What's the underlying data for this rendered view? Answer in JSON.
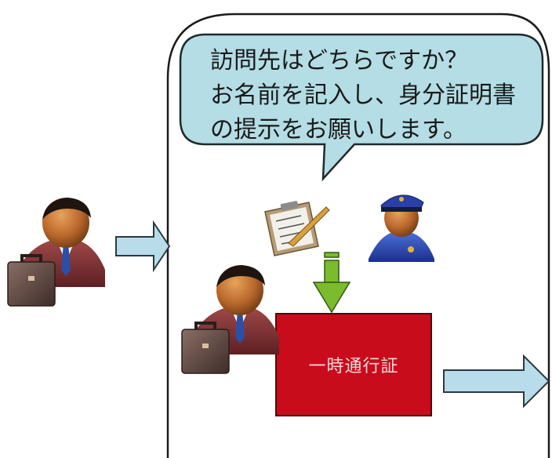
{
  "speech_bubble": {
    "lines": [
      "訪問先はどちらですか？",
      "お名前を記入し、身分証明書",
      "の提示をお願いします。"
    ]
  },
  "pass_card": {
    "label": "一時通行証"
  },
  "icons": {
    "visitor": "businessman-with-briefcase-icon",
    "guard": "security-guard-icon",
    "clipboard": "clipboard-form-icon"
  },
  "colors": {
    "bubble_fill": "#b4dde5",
    "arrow_fill": "#b9dcea",
    "pass_fill": "#c80c1c",
    "down_arrow": "#7cbb2b",
    "frame_stroke": "#1a1a1a"
  }
}
